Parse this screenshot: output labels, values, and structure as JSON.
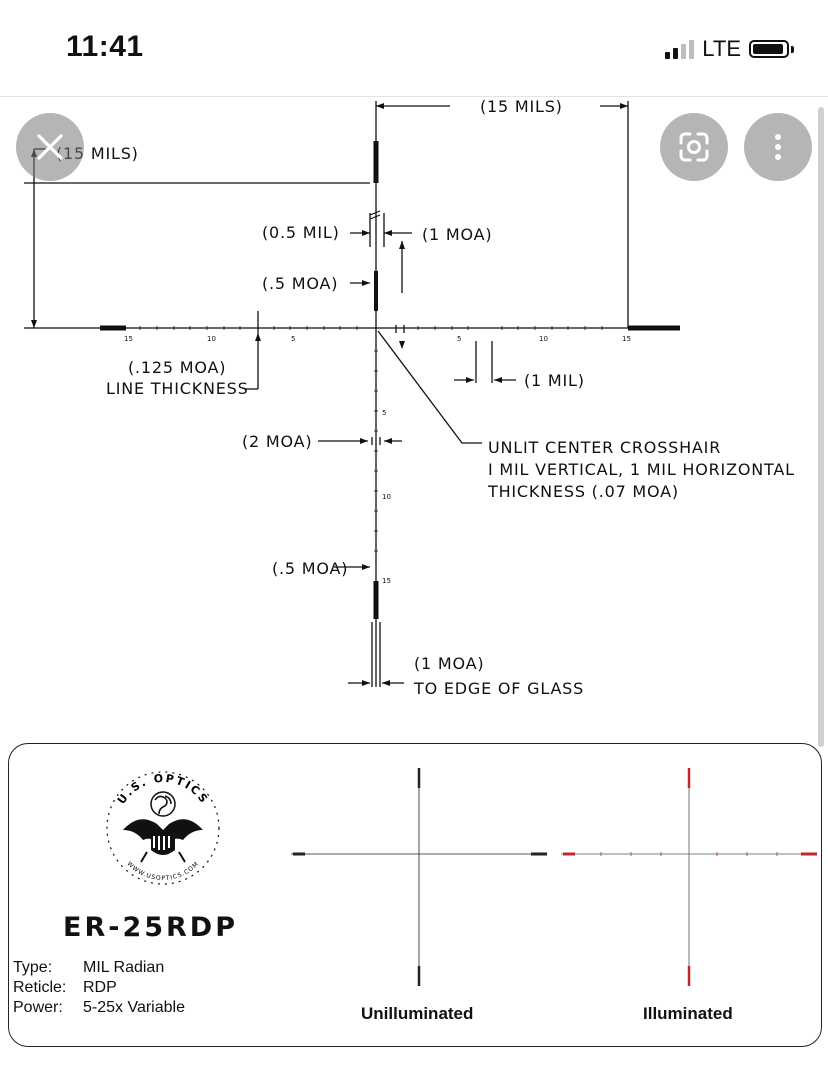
{
  "status_bar": {
    "time": "11:41",
    "network": "LTE"
  },
  "controls": {
    "close": "close-icon",
    "lens": "google-lens-icon",
    "more": "more-vertical-icon"
  },
  "diagram": {
    "top_width": "(15 MILS)",
    "left_height": "(15 MILS)",
    "mil_05": "(0.5 MIL)",
    "moa_1_top": "(1 MOA)",
    "moa_05_upper": "(.5 MOA)",
    "line_thickness_value": "(.125 MOA)",
    "line_thickness_label": "LINE THICKNESS",
    "mil_1": "(1 MIL)",
    "moa_2": "(2 MOA)",
    "center_line1": "UNLIT CENTER CROSSHAIR",
    "center_line2": "I MIL VERTICAL, 1 MIL HORIZONTAL",
    "center_line3": "THICKNESS (.07 MOA)",
    "moa_05_lower": "(.5 MOA)",
    "moa_1_bottom": "(1 MOA)",
    "edge_label": "TO EDGE OF GLASS",
    "ticks": [
      "15",
      "10",
      "5",
      "5",
      "10",
      "15",
      "5",
      "10",
      "15"
    ]
  },
  "card": {
    "brand": "U.S. OPTICS",
    "website": "WWW.USOPTICS.COM",
    "model": "ER-25RDP",
    "specs": [
      {
        "key": "Type:",
        "value": "MIL Radian"
      },
      {
        "key": "Reticle:",
        "value": "RDP"
      },
      {
        "key": "Power:",
        "value": "5-25x Variable"
      }
    ],
    "unilluminated_caption": "Unilluminated",
    "illuminated_caption": "Illuminated",
    "colors": {
      "illuminated": "#c0262d"
    }
  }
}
